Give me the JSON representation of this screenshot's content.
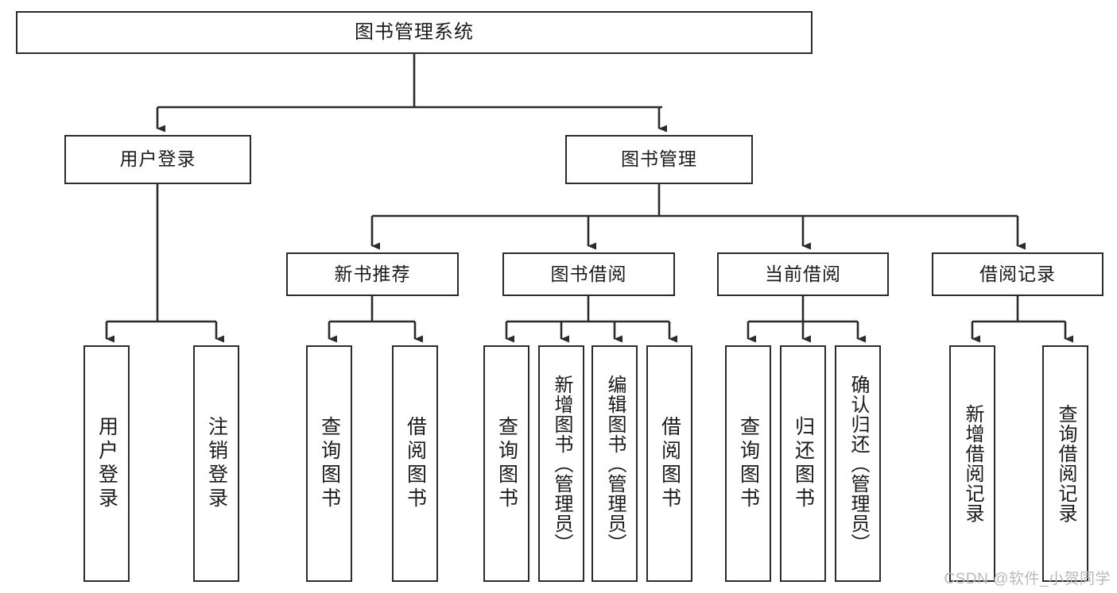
{
  "diagram": {
    "title": "图书管理系统",
    "type": "tree-hierarchy-chart",
    "root": {
      "label": "图书管理系统"
    },
    "level1": [
      {
        "label": "用户登录"
      },
      {
        "label": "图书管理"
      }
    ],
    "level2": [
      {
        "label": "新书推荐"
      },
      {
        "label": "图书借阅"
      },
      {
        "label": "当前借阅"
      },
      {
        "label": "借阅记录"
      }
    ],
    "leaves": {
      "user_login": [
        {
          "label": "用户登录"
        },
        {
          "label": "注销登录"
        }
      ],
      "new_book_recommend": [
        {
          "label": "查询图书"
        },
        {
          "label": "借阅图书"
        }
      ],
      "book_borrow": [
        {
          "label": "查询图书"
        },
        {
          "label": "新增图书（管理员）"
        },
        {
          "label": "编辑图书（管理员）"
        },
        {
          "label": "借阅图书"
        }
      ],
      "current_borrow": [
        {
          "label": "查询图书"
        },
        {
          "label": "归还图书"
        },
        {
          "label": "确认归还（管理员）"
        }
      ],
      "borrow_record": [
        {
          "label": "新增借阅记录"
        },
        {
          "label": "查询借阅记录"
        }
      ]
    }
  },
  "watermark": {
    "text": "CSDN @软件_小贺同学"
  },
  "colors": {
    "border": "#2b2b2b",
    "text": "#1a1a1a",
    "background": "#ffffff",
    "watermark": "#b9b9b9"
  }
}
